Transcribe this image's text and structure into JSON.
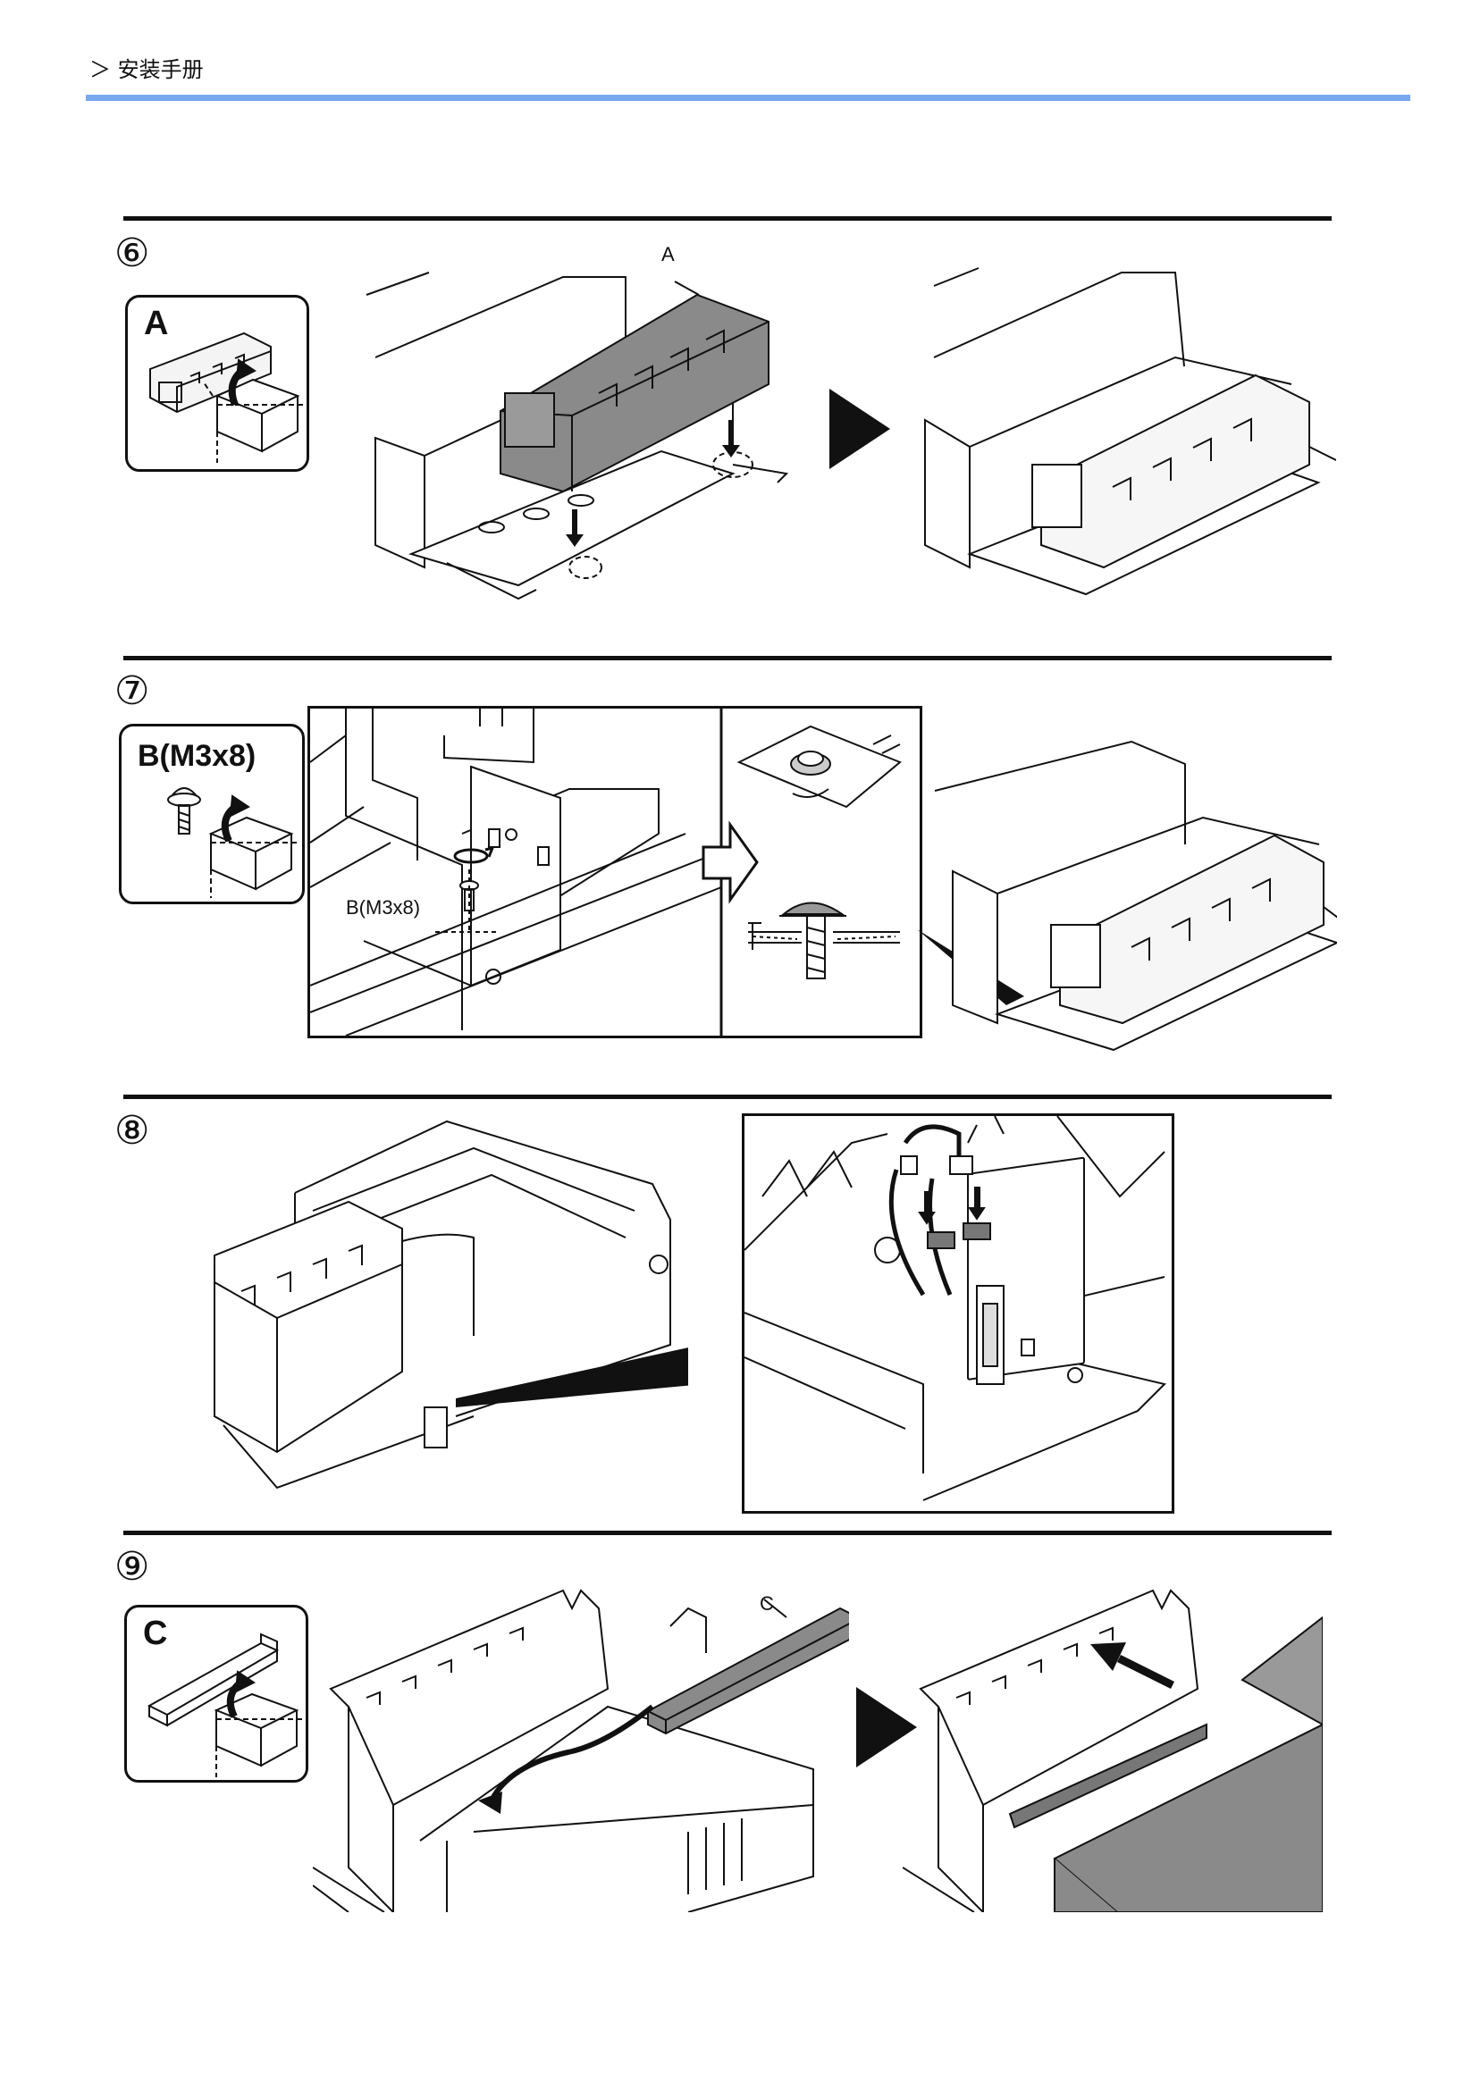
{
  "header": {
    "title": "＞ 安装手册"
  },
  "steps": [
    {
      "number": "⑥",
      "part_label": "A",
      "callout": "A"
    },
    {
      "number": "⑦",
      "part_label": "B(M3x8)",
      "callout": "B(M3x8)"
    },
    {
      "number": "⑧"
    },
    {
      "number": "⑨",
      "part_label": "C",
      "callout": "C"
    }
  ],
  "colors": {
    "header_rule": "#7aa8f0",
    "highlight_part": "#8a8a8a",
    "line": "#111111"
  },
  "icons": [
    "box-unpack-icon",
    "screw-icon",
    "arrow-right-icon",
    "hollow-arrow-icon"
  ]
}
